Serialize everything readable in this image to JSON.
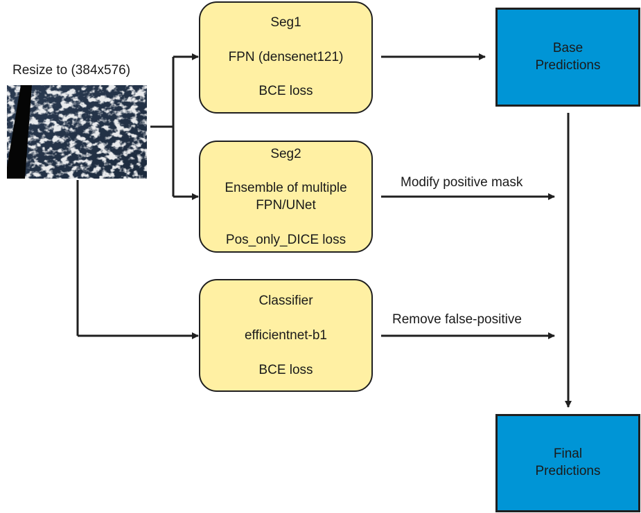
{
  "input": {
    "label": "Resize to (384x576)",
    "image_icon": "satellite-cloud-image"
  },
  "seg1": {
    "title": "Seg1",
    "model": "FPN (densenet121)",
    "loss": "BCE loss"
  },
  "seg2": {
    "title": "Seg2",
    "model_line1": "Ensemble of multiple",
    "model_line2": "FPN/UNet",
    "loss": "Pos_only_DICE loss"
  },
  "classifier": {
    "title": "Classifier",
    "model": "efficientnet-b1",
    "loss": "BCE loss"
  },
  "base": {
    "line1": "Base",
    "line2": "Predictions"
  },
  "final": {
    "line1": "Final",
    "line2": "Predictions"
  },
  "edges": {
    "seg2_label": "Modify positive mask",
    "classifier_label": "Remove false-positive"
  },
  "colors": {
    "model_box": "#fff0a3",
    "prediction_box": "#0095d6",
    "stroke": "#1f1f1f"
  }
}
